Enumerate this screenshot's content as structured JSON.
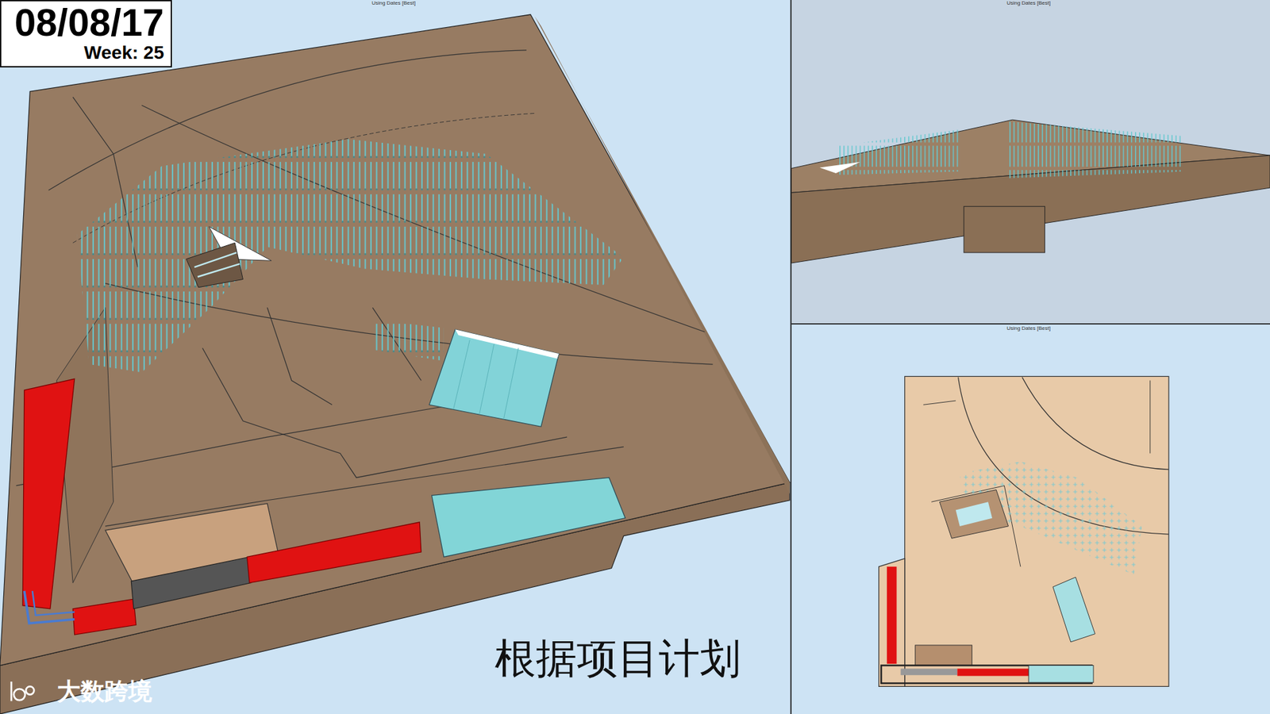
{
  "diagram": {
    "caption": "根据项目计划",
    "nodes": [
      {
        "text": [
          "08/08/17",
          "Week: 25"
        ]
      }
    ],
    "edges": [],
    "labels": [
      "Using Dates [Best]",
      "Using Dates [Best]",
      "Using Dates [Best]",
      "大数跨境"
    ]
  }
}
